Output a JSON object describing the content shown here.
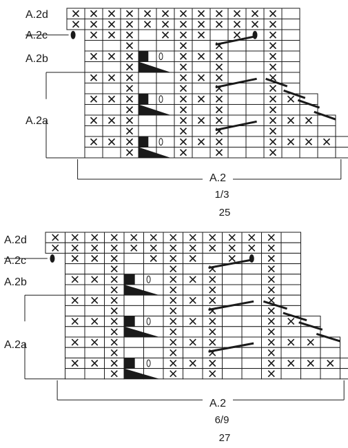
{
  "diagrams": [
    {
      "labels": {
        "a2d": "A.2d",
        "a2c": "A.2c",
        "a2b": "A.2b",
        "a2a": "A.2a"
      },
      "footer": {
        "name": "A.2",
        "sizes": "1/3",
        "stitches": "25"
      }
    },
    {
      "labels": {
        "a2d": "A.2d",
        "a2c": "A.2c",
        "a2b": "A.2b",
        "a2a": "A.2a"
      },
      "footer": {
        "name": "A.2",
        "sizes": "6/9",
        "stitches": "27"
      }
    }
  ],
  "symbols": {
    "x_mark": "cross-stitch-symbol",
    "oval": "yarn-over-symbol",
    "filled_square": "black-square-symbol",
    "wedge": "triangle-decrease-symbol",
    "slash": "diagonal-line-symbol"
  },
  "colors": {
    "ink": "#1a1a1a",
    "paper": "#ffffff"
  }
}
